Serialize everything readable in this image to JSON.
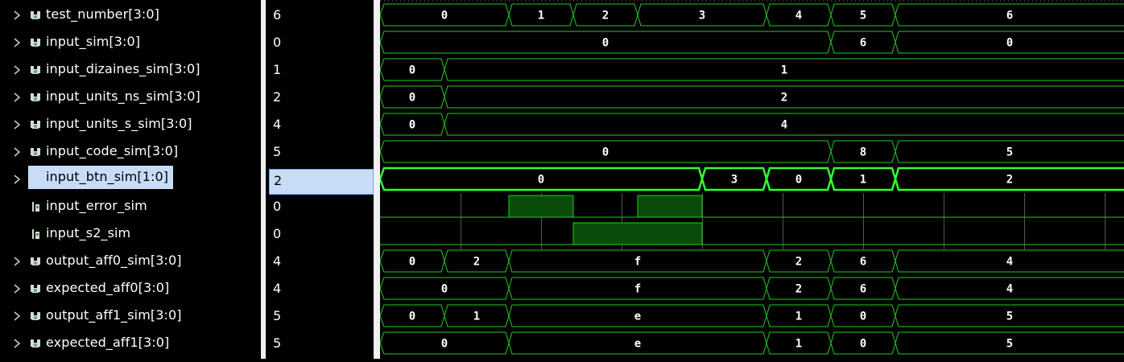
{
  "colors": {
    "wave": "#22cc22",
    "wave_bright": "#33ff33",
    "grid": "#555555",
    "fill": "#0a4d0a",
    "selection": "#c8dcf8"
  },
  "signals": [
    {
      "name": "test_number[3:0]",
      "value": "6",
      "kind": "bus",
      "icon": "bus-icon",
      "segments": [
        [
          "0",
          0,
          160
        ],
        [
          "1",
          160,
          240
        ],
        [
          "2",
          240,
          320
        ],
        [
          "3",
          320,
          480
        ],
        [
          "4",
          480,
          560
        ],
        [
          "5",
          560,
          640
        ],
        [
          "6",
          640,
          924
        ]
      ]
    },
    {
      "name": "input_sim[3:0]",
      "value": "0",
      "kind": "bus",
      "icon": "bus-icon",
      "segments": [
        [
          "0",
          0,
          560
        ],
        [
          "6",
          560,
          640
        ],
        [
          "0",
          640,
          924
        ]
      ]
    },
    {
      "name": "input_dizaines_sim[3:0]",
      "value": "1",
      "kind": "bus",
      "icon": "bus-icon",
      "segments": [
        [
          "0",
          0,
          80
        ],
        [
          "1",
          80,
          924
        ]
      ]
    },
    {
      "name": "input_units_ns_sim[3:0]",
      "value": "2",
      "kind": "bus",
      "icon": "bus-icon",
      "segments": [
        [
          "0",
          0,
          80
        ],
        [
          "2",
          80,
          924
        ]
      ]
    },
    {
      "name": "input_units_s_sim[3:0]",
      "value": "4",
      "kind": "bus",
      "icon": "bus-icon",
      "segments": [
        [
          "0",
          0,
          80
        ],
        [
          "4",
          80,
          924
        ]
      ]
    },
    {
      "name": "input_code_sim[3:0]",
      "value": "5",
      "kind": "bus",
      "icon": "bus-icon",
      "segments": [
        [
          "0",
          0,
          560
        ],
        [
          "8",
          560,
          640
        ],
        [
          "5",
          640,
          924
        ]
      ]
    },
    {
      "name": "input_btn_sim[1:0]",
      "value": "2",
      "kind": "bus",
      "icon": "bus-selected-icon",
      "selected": true,
      "segments": [
        [
          "0",
          0,
          400
        ],
        [
          "3",
          400,
          480
        ],
        [
          "0",
          480,
          560
        ],
        [
          "1",
          560,
          640
        ],
        [
          "2",
          640,
          924
        ]
      ]
    },
    {
      "name": "input_error_sim",
      "value": "0",
      "kind": "bit",
      "icon": "bit-icon",
      "highs": [
        [
          160,
          240
        ],
        [
          320,
          400
        ]
      ]
    },
    {
      "name": "input_s2_sim",
      "value": "0",
      "kind": "bit",
      "icon": "bit-icon",
      "highs": [
        [
          240,
          400
        ]
      ]
    },
    {
      "name": "output_aff0_sim[3:0]",
      "value": "4",
      "kind": "bus",
      "icon": "bus-icon",
      "segments": [
        [
          "0",
          0,
          80
        ],
        [
          "2",
          80,
          160
        ],
        [
          "f",
          160,
          480
        ],
        [
          "2",
          480,
          560
        ],
        [
          "6",
          560,
          640
        ],
        [
          "4",
          640,
          924
        ]
      ]
    },
    {
      "name": "expected_aff0[3:0]",
      "value": "4",
      "kind": "bus",
      "icon": "bus-icon",
      "segments": [
        [
          "0",
          0,
          160
        ],
        [
          "f",
          160,
          480
        ],
        [
          "2",
          480,
          560
        ],
        [
          "6",
          560,
          640
        ],
        [
          "4",
          640,
          924
        ]
      ]
    },
    {
      "name": "output_aff1_sim[3:0]",
      "value": "5",
      "kind": "bus",
      "icon": "bus-icon",
      "segments": [
        [
          "0",
          0,
          80
        ],
        [
          "1",
          80,
          160
        ],
        [
          "e",
          160,
          480
        ],
        [
          "1",
          480,
          560
        ],
        [
          "0",
          560,
          640
        ],
        [
          "5",
          640,
          924
        ]
      ]
    },
    {
      "name": "expected_aff1[3:0]",
      "value": "5",
      "kind": "bus",
      "icon": "bus-icon",
      "segments": [
        [
          "0",
          0,
          160
        ],
        [
          "e",
          160,
          480
        ],
        [
          "1",
          480,
          560
        ],
        [
          "0",
          560,
          640
        ],
        [
          "5",
          640,
          924
        ]
      ]
    }
  ]
}
